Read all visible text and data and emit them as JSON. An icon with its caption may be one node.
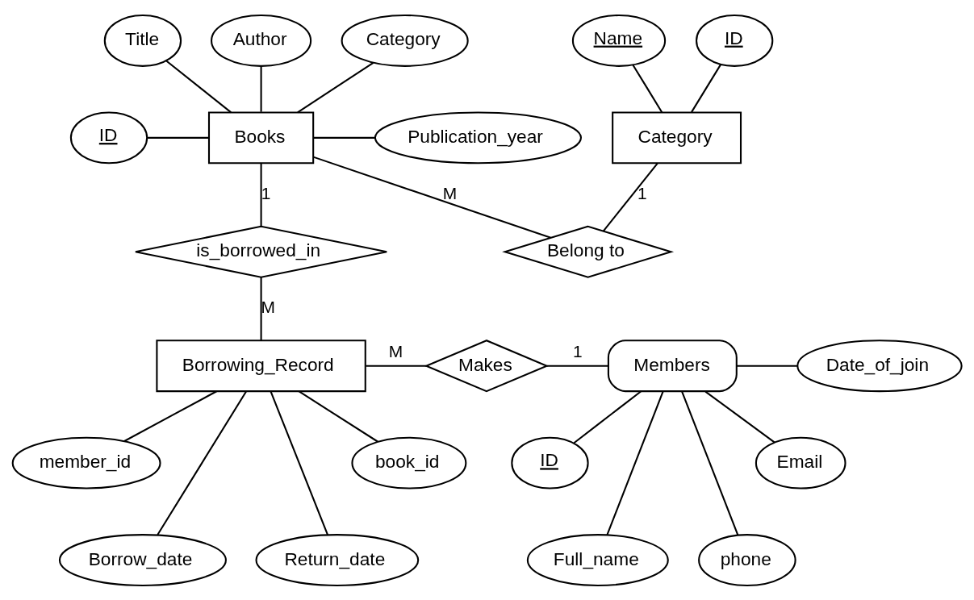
{
  "diagram": {
    "nodes": [
      {
        "text": [
          "Title"
        ]
      },
      {
        "text": [
          "Author"
        ]
      },
      {
        "text": [
          "Category"
        ]
      },
      {
        "text": [
          "Publication_year"
        ]
      },
      {
        "text": [
          "ID"
        ]
      },
      {
        "text": [
          "Books"
        ]
      },
      {
        "text": [
          "ID"
        ]
      },
      {
        "text": [
          "Name"
        ]
      },
      {
        "text": [
          "Category"
        ]
      },
      {
        "text": [
          "Belong to"
        ]
      },
      {
        "text": [
          "is_borrowed_in"
        ]
      },
      {
        "text": [
          "Makes"
        ]
      },
      {
        "text": [
          "Borrowing_Record"
        ]
      },
      {
        "text": [
          "Members"
        ]
      },
      {
        "text": [
          "Date_of_join"
        ]
      },
      {
        "text": [
          "ID"
        ]
      },
      {
        "text": [
          "Email"
        ]
      },
      {
        "text": [
          "member_id"
        ]
      },
      {
        "text": [
          "book_id"
        ]
      },
      {
        "text": [
          "Full_name"
        ]
      },
      {
        "text": [
          "phone"
        ]
      },
      {
        "text": [
          "Borrow_date"
        ]
      },
      {
        "text": [
          "Return_date"
        ]
      }
    ],
    "edges": [
      {
        "from": 0,
        "to": 5,
        "arrow": "none"
      },
      {
        "from": 1,
        "to": 5,
        "arrow": "none"
      },
      {
        "from": 2,
        "to": 5,
        "arrow": "none"
      },
      {
        "from": 5,
        "to": 3,
        "arrow": "none"
      },
      {
        "from": 4,
        "to": 5,
        "arrow": "none"
      },
      {
        "from": 6,
        "to": 8,
        "arrow": "none"
      },
      {
        "from": 7,
        "to": 8,
        "arrow": "none"
      },
      {
        "from": 5,
        "to": 10,
        "arrow": "none",
        "label": "1"
      },
      {
        "from": 5,
        "to": 9,
        "arrow": "none",
        "label": "M"
      },
      {
        "from": 8,
        "to": 9,
        "arrow": "none",
        "label": "1"
      },
      {
        "from": 10,
        "to": 12,
        "arrow": "none",
        "label": "M"
      },
      {
        "from": 12,
        "to": 11,
        "arrow": "none",
        "label": "M"
      },
      {
        "from": 11,
        "to": 13,
        "arrow": "none",
        "label": "1"
      },
      {
        "from": 13,
        "to": 15,
        "arrow": "none"
      },
      {
        "from": 13,
        "to": 19,
        "arrow": "none"
      },
      {
        "from": 13,
        "to": 20,
        "arrow": "none"
      },
      {
        "from": 13,
        "to": 16,
        "arrow": "none"
      },
      {
        "from": 13,
        "to": 14,
        "arrow": "none"
      },
      {
        "from": 12,
        "to": 17,
        "arrow": "none"
      },
      {
        "from": 12,
        "to": 21,
        "arrow": "none"
      },
      {
        "from": 12,
        "to": 22,
        "arrow": "none"
      },
      {
        "from": 12,
        "to": 18,
        "arrow": "none"
      }
    ]
  }
}
